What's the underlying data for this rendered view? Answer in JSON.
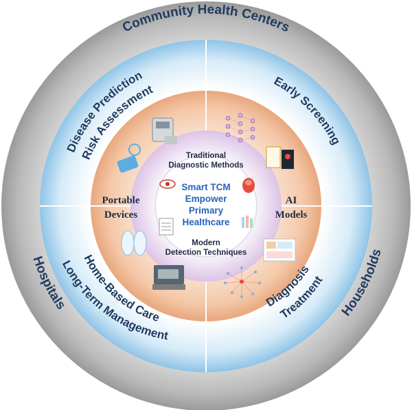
{
  "outer_ring": {
    "top": "Community Health Centers",
    "left": "Hospitals",
    "right": "Households"
  },
  "blue_ring": {
    "top_left_line1": "Disease Prediction",
    "top_left_line2": "Risk Assessment",
    "top_right": "Early Screening",
    "bottom_left_line1": "Home-Based Care",
    "bottom_left_line2": "Long-Term Management",
    "bottom_right_line1": "Diagnosis",
    "bottom_right_line2": "Treatment"
  },
  "orange_ring": {
    "left_line1": "Portable",
    "left_line2": "Devices",
    "right_line1": "AI",
    "right_line2": "Models"
  },
  "inner_ring": {
    "top_line1": "Traditional",
    "top_line2": "Diagnostic Methods",
    "bottom_line1": "Modern",
    "bottom_line2": "Detection Techniques"
  },
  "center": {
    "line1": "Smart TCM",
    "line2": "Empower",
    "line3": "Primary",
    "line4": "Healthcare"
  },
  "colors": {
    "outer_ring": "#bdbdbd",
    "blue_ring": "#cfe6f5",
    "orange_ring": "#f3c9ad",
    "inner_ring": "#e9d9ef",
    "center": "#ffffff",
    "text_dark": "#1f3a5f",
    "text_center": "#2563b8"
  }
}
